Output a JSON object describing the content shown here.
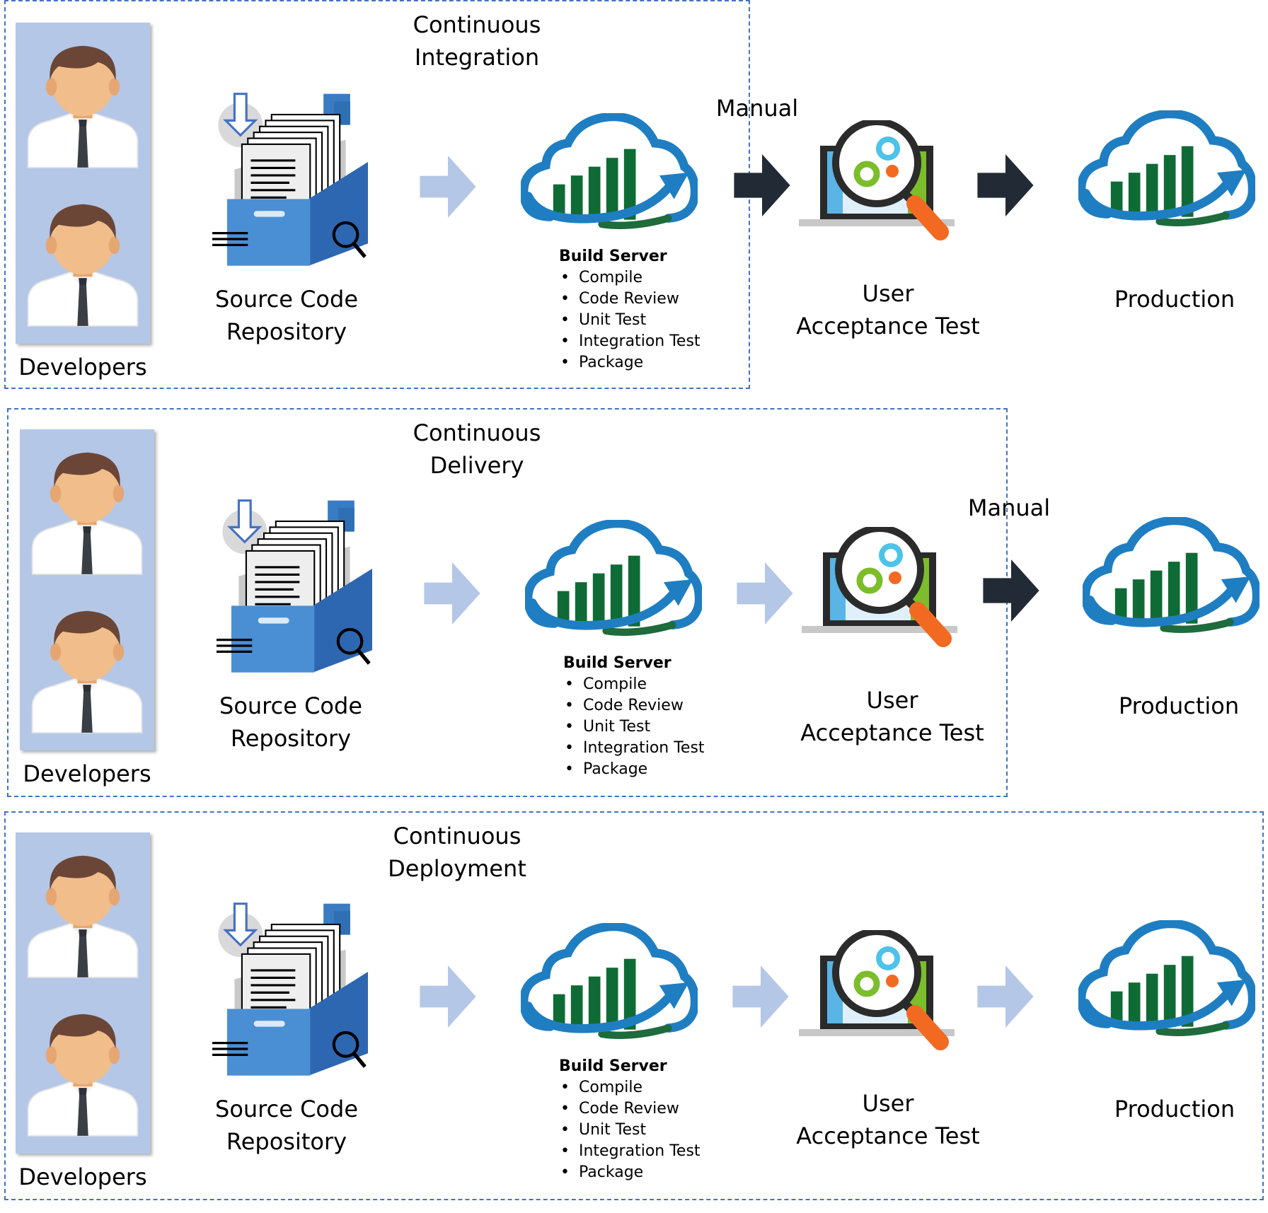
{
  "rows": [
    {
      "title_line1": "Continuous",
      "title_line2": "Integration",
      "manual_label": "Manual",
      "developers_label": "Developers",
      "repo_line1": "Source Code",
      "repo_line2": "Repository",
      "build_server": {
        "title": "Build Server",
        "items": [
          "Compile",
          "Code Review",
          "Unit Test",
          "Integration Test",
          "Package"
        ]
      },
      "uat_line1": "User",
      "uat_line2": "Acceptance Test",
      "production_label": "Production"
    },
    {
      "title_line1": "Continuous",
      "title_line2": "Delivery",
      "manual_label": "Manual",
      "developers_label": "Developers",
      "repo_line1": "Source Code",
      "repo_line2": "Repository",
      "build_server": {
        "title": "Build Server",
        "items": [
          "Compile",
          "Code Review",
          "Unit Test",
          "Integration Test",
          "Package"
        ]
      },
      "uat_line1": "User",
      "uat_line2": "Acceptance Test",
      "production_label": "Production"
    },
    {
      "title_line1": "Continuous",
      "title_line2": "Deployment",
      "developers_label": "Developers",
      "repo_line1": "Source Code",
      "repo_line2": "Repository",
      "build_server": {
        "title": "Build Server",
        "items": [
          "Compile",
          "Code Review",
          "Unit Test",
          "Integration Test",
          "Package"
        ]
      },
      "uat_line1": "User",
      "uat_line2": "Acceptance Test",
      "production_label": "Production"
    }
  ],
  "colors": {
    "boundary": "#4472c4",
    "light_arrow": "#b4c7e7",
    "dark_arrow": "#222a35",
    "cloud_blue": "#1f7ec2",
    "cloud_green": "#1e6b3c",
    "bars": "#0f6b35",
    "developer_panel": "#b4c7e7"
  }
}
